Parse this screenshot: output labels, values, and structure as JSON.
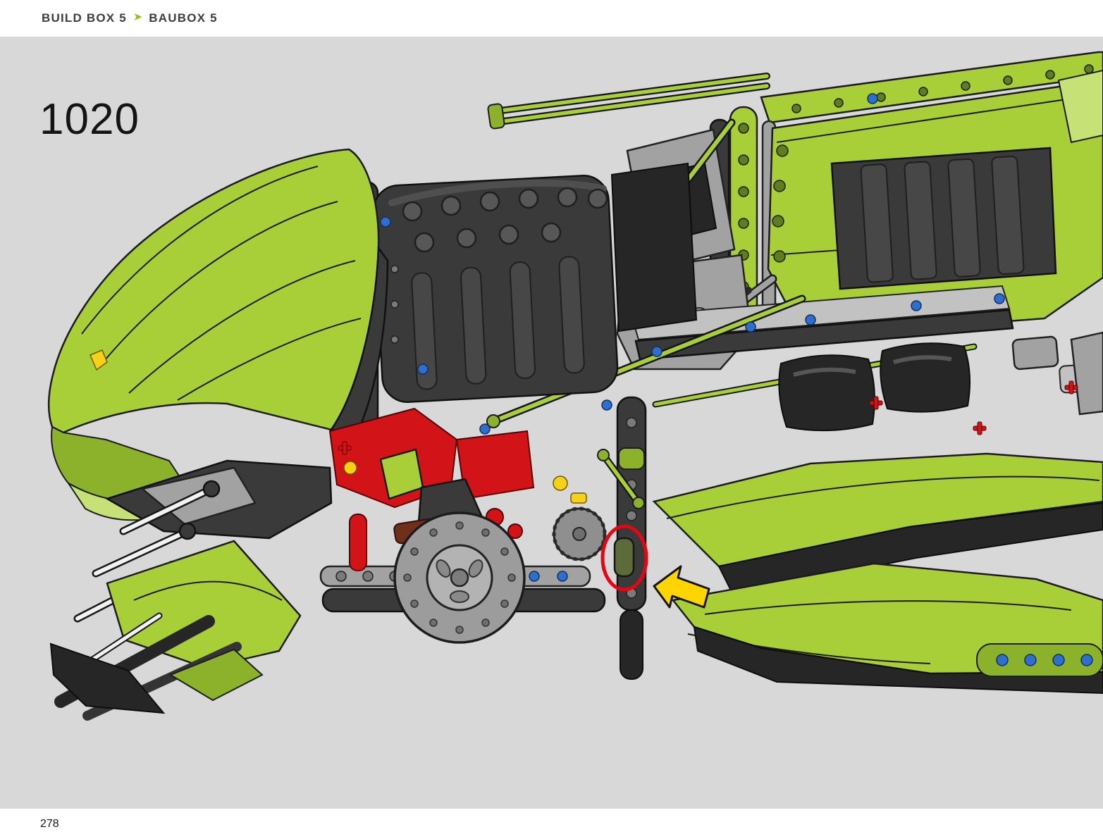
{
  "header": {
    "build_box_label": "BUILD BOX 5",
    "separator_glyph": "➤",
    "baubox_label": "BAUBOX 5"
  },
  "step": {
    "number": "1020"
  },
  "footer": {
    "page_number": "278"
  },
  "annotations": {
    "highlight_shape": "red-ellipse-around-part",
    "arrow_shape": "yellow-attention-arrow"
  },
  "colors": {
    "background": "#D8D8D8",
    "paper": "#FFFFFF",
    "accent_green": "#95C11F",
    "lego_lime": "#A8CE38",
    "lego_dark_gray": "#3A3A3A",
    "lego_light_gray": "#A2A2A2",
    "lego_red": "#D21317",
    "lego_blue": "#2E6FCE",
    "lego_yellow": "#F7D117",
    "annotation_red": "#E30613",
    "arrow_yellow": "#FFD500",
    "text_dark": "#3D3D3B"
  }
}
